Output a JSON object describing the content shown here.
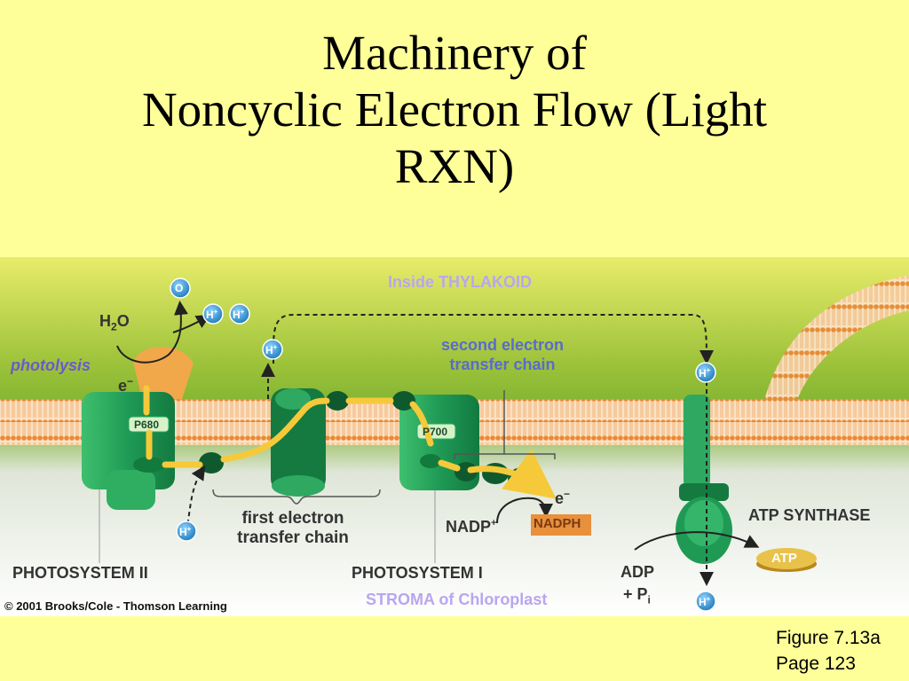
{
  "slide": {
    "title_line1": "Machinery of",
    "title_line2": "Noncyclic Electron Flow (Light",
    "title_line3": "RXN)",
    "figure_ref": "Figure 7.13a",
    "page_ref": "Page 123"
  },
  "diagram": {
    "inside_label": "Inside THYLAKOID",
    "stroma_label": "STROMA of Chloroplast",
    "oxygen": "O",
    "hydrogen_ion": "H",
    "plus": "+",
    "water_H": "H",
    "water_sub": "2",
    "water_O": "O",
    "photolysis": "photolysis",
    "electron": "e",
    "minus": "−",
    "p680": "P680",
    "p700": "P700",
    "second_chain_line1": "second electron",
    "second_chain_line2": "transfer chain",
    "first_chain_line1": "first electron",
    "first_chain_line2": "transfer chain",
    "nadp": "NADP",
    "nadph": "NADPH",
    "atp_synthase": "ATP SYNTHASE",
    "atp": "ATP",
    "adp": "ADP",
    "pi_prefix": "+ P",
    "pi_sub": "i",
    "photosystem2": "PHOTOSYSTEM II",
    "photosystem1": "PHOTOSYSTEM I",
    "copyright": "© 2001 Brooks/Cole - Thomson Learning",
    "colors": {
      "slide_bg": "#ffff99",
      "protein_green": "#1f9a55",
      "carrier_dark": "#0e5a2e",
      "hydrogen_ion_blue": "#2a8fd0",
      "electron_path": "#f6c93a",
      "nadph_orange": "#e8903c",
      "atp_gold": "#e8c24a",
      "label_violet": "#b9a6f0"
    }
  }
}
